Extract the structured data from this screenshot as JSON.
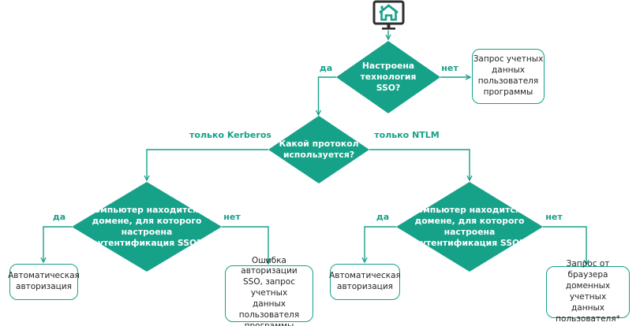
{
  "palette": {
    "teal": "#16a189",
    "monitor_frame": "#2e2e2e",
    "box_text": "#262626",
    "diamond_text": "#ffffff"
  },
  "flowchart": {
    "start_icon": "computer-with-home-icon",
    "nodes": {
      "sso_configured": {
        "text": "Настроена\nтехнология\nSSO?"
      },
      "protocol": {
        "text": "Какой протокол\nиспользуется?"
      },
      "domain_kerberos": {
        "text": "Компьютер находится в\nдомене, для которого\nнастроена\nаутентификация SSO?"
      },
      "domain_ntlm": {
        "text": "Компьютер находится в\nдомене, для которого\nнастроена\nаутентификация SSO?"
      },
      "credentials_request": {
        "text": "Запрос учетных\nданных\nпользователя\nпрограммы"
      },
      "auto_auth_left": {
        "text": "Автоматическая\nавторизация"
      },
      "sso_error": {
        "text": "Ошибка авторизации\nSSO, запрос учетных\nданных пользователя\nпрограммы"
      },
      "auto_auth_right": {
        "text": "Автоматическая\nавторизация"
      },
      "browser_credentials_request": {
        "text": "Запрос от браузера\nдоменных учетных\nданных\nпользователя*"
      }
    },
    "edge_labels": {
      "sso_yes": "да",
      "sso_no": "нет",
      "protocol_kerberos": "только Kerberos",
      "protocol_ntlm": "только NTLM",
      "domain_left_yes": "да",
      "domain_left_no": "нет",
      "domain_right_yes": "да",
      "domain_right_no": "нет"
    }
  }
}
